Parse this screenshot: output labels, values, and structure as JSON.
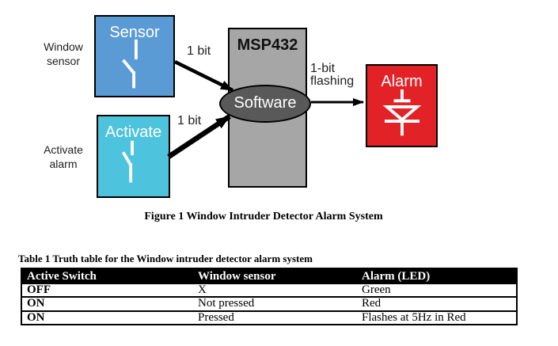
{
  "diagram": {
    "sensor_box": {
      "label": "Sensor"
    },
    "activate_box": {
      "label": "Activate"
    },
    "msp_box": {
      "label": "MSP432"
    },
    "software_ellipse": {
      "label": "Software"
    },
    "alarm_box": {
      "label": "Alarm"
    },
    "window_sensor_label": {
      "line1": "Window",
      "line2": "sensor"
    },
    "activate_alarm_label": {
      "line1": "Activate",
      "line2": "alarm"
    },
    "arrow_labels": {
      "sensor_bit": "1 bit",
      "activate_bit": "1 bit",
      "flashing_line1": "1-bit",
      "flashing_line2": "flashing"
    },
    "colors": {
      "sensor_blue": "#5B9BD5",
      "activate_cyan": "#4EC3DD",
      "alarm_red": "#E32227",
      "msp_gray": "#A6A6A6",
      "software_gray": "#595959",
      "diagram_text": "#1F1F1F",
      "header_bg": "#000000"
    }
  },
  "figure_caption": "Figure 1 Window Intruder Detector Alarm System",
  "table": {
    "title": "Table 1 Truth table for the Window intruder detector alarm system",
    "headers": [
      "Active Switch",
      "Window sensor",
      "Alarm (LED)"
    ],
    "rows": [
      [
        "OFF",
        "X",
        "Green"
      ],
      [
        "ON",
        "Not pressed",
        "Red"
      ],
      [
        "ON",
        "Pressed",
        "Flashes at 5Hz in Red"
      ]
    ]
  }
}
